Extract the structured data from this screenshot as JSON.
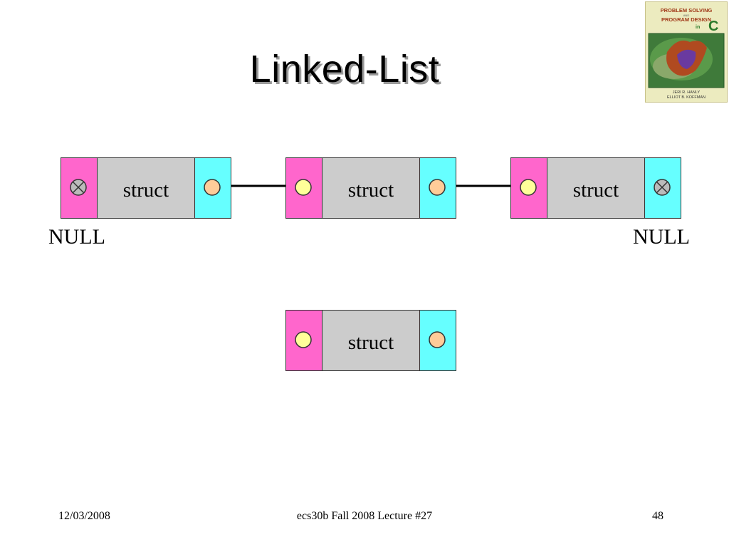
{
  "slide": {
    "title": "Linked-List"
  },
  "book_cover": {
    "title_line1": "PROBLEM SOLVING",
    "title_and": "AND",
    "title_line2": "PROGRAM DESIGN",
    "title_in": "in",
    "title_c": "C",
    "author1": "JERI R. HANLY",
    "author2": "ELLIOT B. KOFFMAN"
  },
  "diagram": {
    "nodes": [
      {
        "label": "struct",
        "prev": "null",
        "next": "pointer"
      },
      {
        "label": "struct",
        "prev": "pointer",
        "next": "pointer"
      },
      {
        "label": "struct",
        "prev": "pointer",
        "next": "null"
      },
      {
        "label": "struct",
        "prev": "pointer",
        "next": "pointer"
      }
    ],
    "null_left": "NULL",
    "null_right": "NULL",
    "colors": {
      "prev_field": "#ff66cc",
      "data_field": "#cccccc",
      "next_field": "#66ffff",
      "prev_pointer": "#ffff99",
      "next_pointer": "#ffcc99",
      "null_marker": "#bbbbbb"
    },
    "icons": {
      "null_pointer": "circle-x-icon",
      "pointer": "circle-icon",
      "link": "arrow-right-icon"
    }
  },
  "footer": {
    "date": "12/03/2008",
    "course": "ecs30b Fall 2008 Lecture #27",
    "page": "48"
  }
}
